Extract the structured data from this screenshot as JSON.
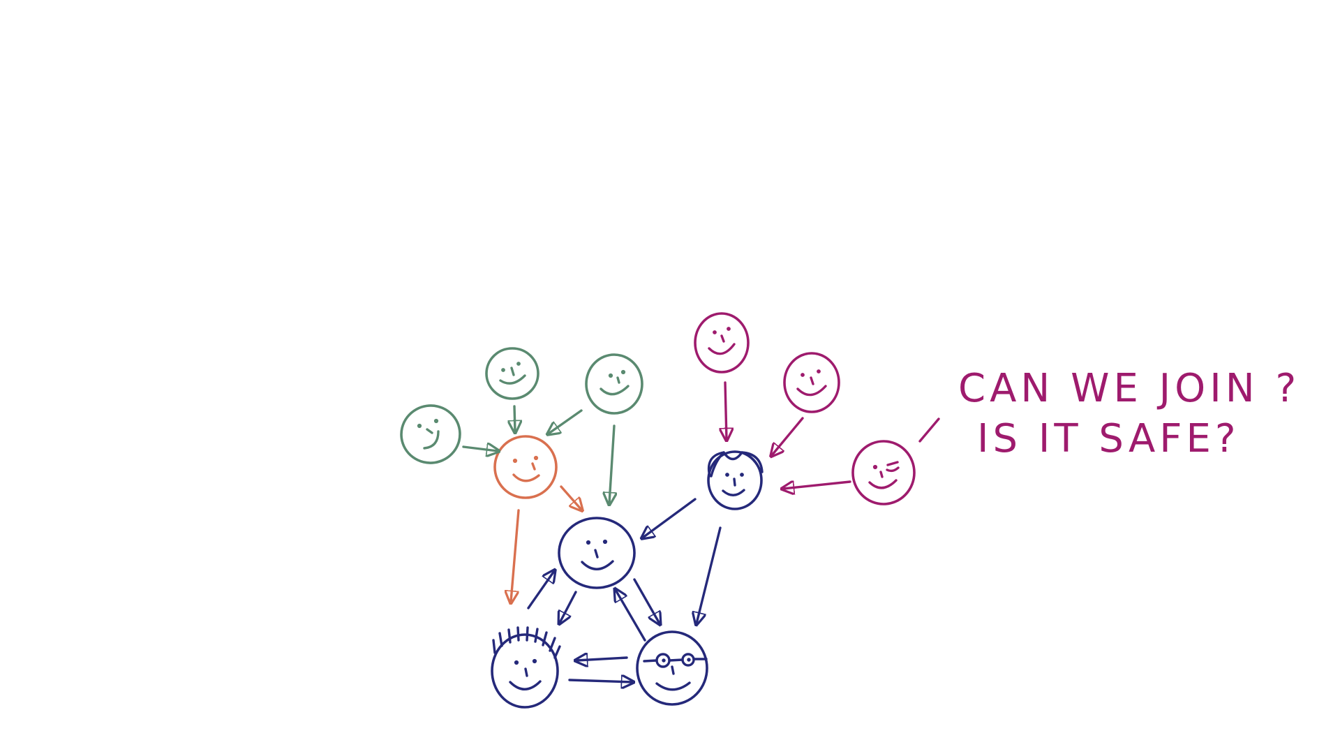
{
  "colors": {
    "green": "#5a8a70",
    "orange": "#d9704f",
    "navy": "#25297a",
    "magenta": "#9e1b6d",
    "background": "#ffffff"
  },
  "annotation": {
    "line1": "CAN WE JOIN ?",
    "line2": "IS IT SAFE?"
  },
  "faces": [
    {
      "id": "green-left",
      "group": "green"
    },
    {
      "id": "green-top",
      "group": "green"
    },
    {
      "id": "green-right",
      "group": "green"
    },
    {
      "id": "orange-center",
      "group": "orange"
    },
    {
      "id": "navy-center",
      "group": "navy"
    },
    {
      "id": "navy-hair",
      "group": "navy"
    },
    {
      "id": "navy-spiky",
      "group": "navy"
    },
    {
      "id": "navy-glasses",
      "group": "navy"
    },
    {
      "id": "magenta-top",
      "group": "magenta"
    },
    {
      "id": "magenta-mid",
      "group": "magenta"
    },
    {
      "id": "magenta-wink",
      "group": "magenta"
    }
  ]
}
